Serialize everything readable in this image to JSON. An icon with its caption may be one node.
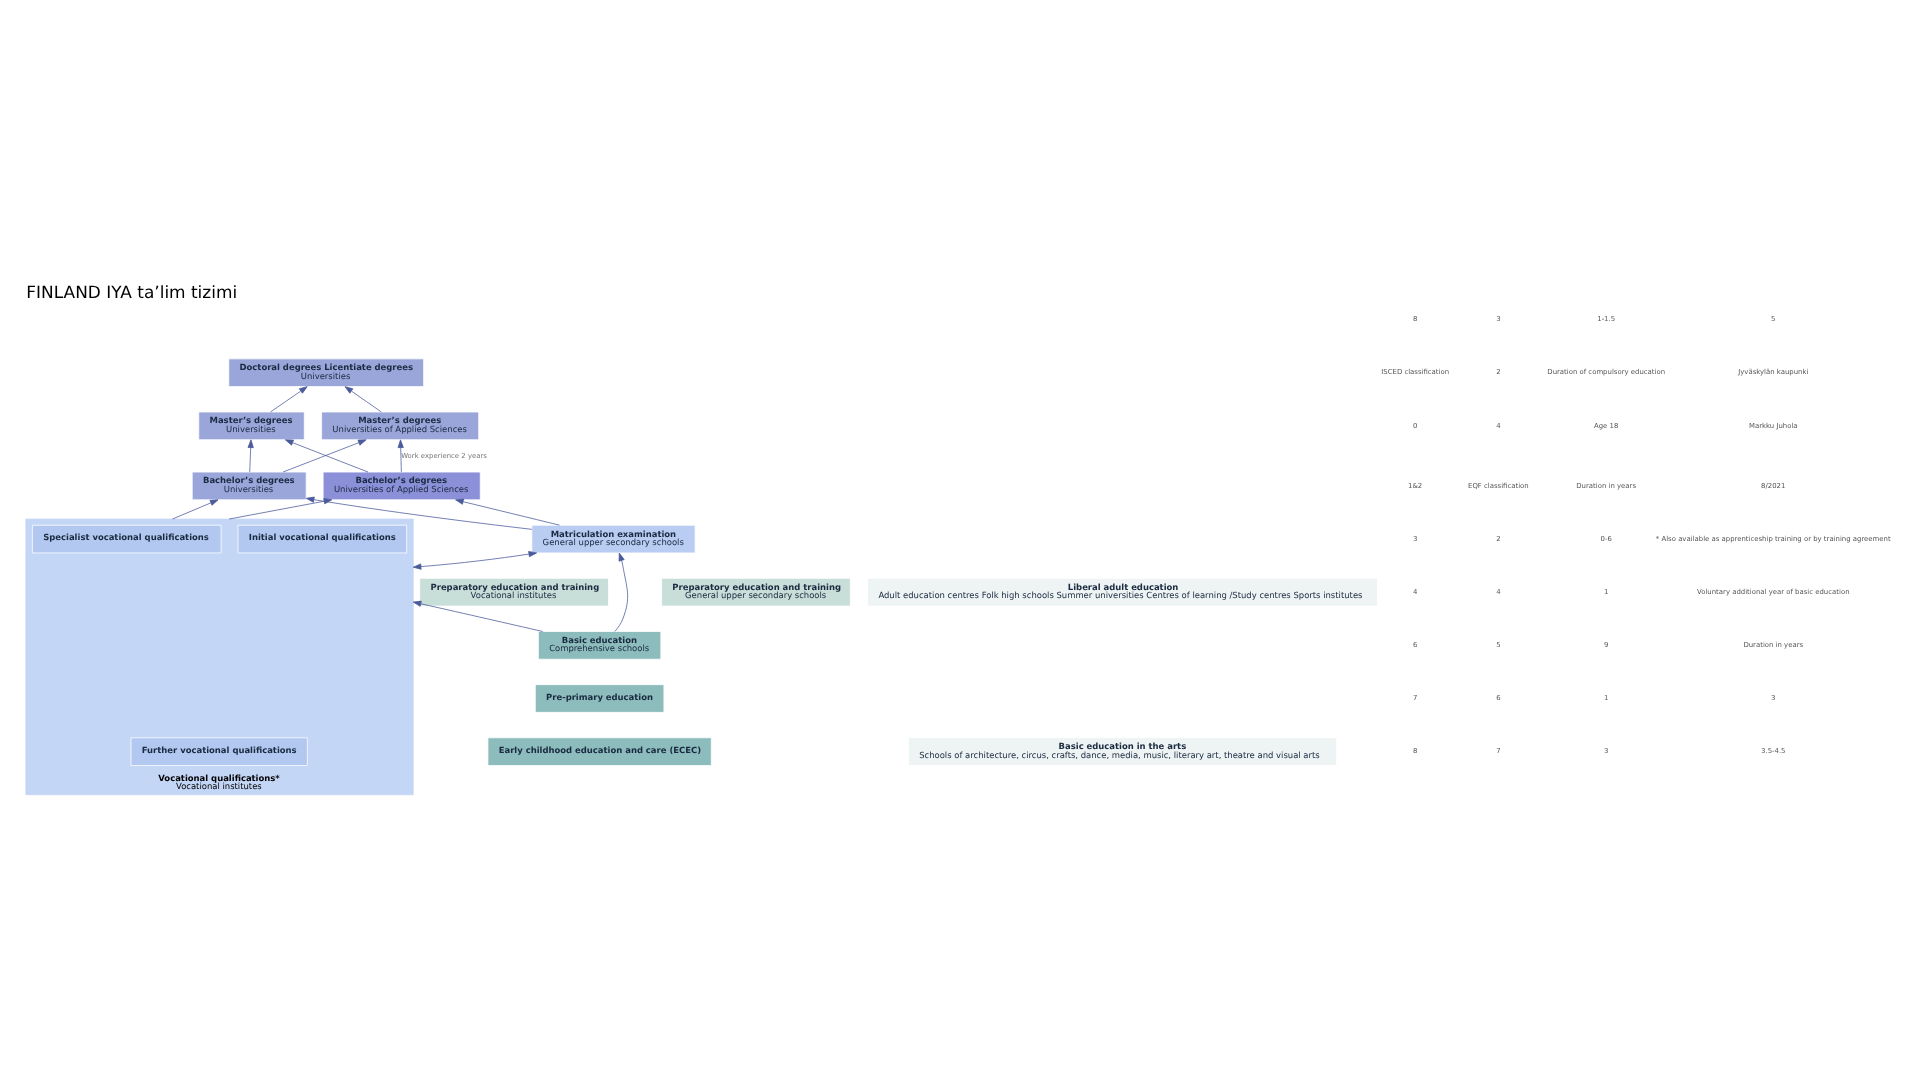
{
  "diagram": {
    "title": "FINLAND IYA ta’lim tizimi",
    "nodes": [
      {
        "text": [
          "Doctoral degrees Licentiate degrees",
          "Universities"
        ]
      },
      {
        "text": [
          "Master’s degrees",
          "Universities"
        ]
      },
      {
        "text": [
          "Master’s degrees",
          "Universities of Applied Sciences"
        ]
      },
      {
        "text": [
          "Bachelor’s degrees",
          "Universities"
        ]
      },
      {
        "text": [
          "Bachelor’s degrees",
          "Universities of Applied Sciences"
        ]
      },
      {
        "text": [
          "Vocational qualifications*",
          "Vocational institutes"
        ]
      },
      {
        "text": [
          "Specialist vocational qualifications"
        ],
        "in": 5
      },
      {
        "text": [
          "Further vocational qualifications"
        ],
        "in": 5
      },
      {
        "text": [
          "Initial vocational qualifications"
        ],
        "in": 5
      },
      {
        "text": [
          "Matriculation examination",
          "General upper secondary schools"
        ]
      },
      {
        "text": [
          "Preparatory education and training",
          "General upper secondary schools"
        ]
      },
      {
        "text": [
          "Preparatory education and training",
          "Vocational institutes"
        ]
      },
      {
        "text": [
          "Basic education",
          "Comprehensive schools"
        ]
      },
      {
        "text": [
          "Pre-primary education"
        ]
      },
      {
        "text": [
          "Early childhood education and care (ECEC)"
        ]
      },
      {
        "text": [
          "Liberal adult education",
          "Adult education centres Folk high schools Summer universities Centres of learning /Study centres Sports institutes"
        ]
      },
      {
        "text": [
          "Basic education in the arts",
          "Schools of architecture, circus, crafts, dance, media, music, literary art, theatre and visual arts"
        ]
      }
    ],
    "edges": [
      {
        "from": 1,
        "to": 0,
        "arrow": "to"
      },
      {
        "from": 2,
        "to": 0,
        "arrow": "to"
      },
      {
        "from": 3,
        "to": 1,
        "arrow": "to"
      },
      {
        "from": 4,
        "to": 1,
        "arrow": "to"
      },
      {
        "from": 3,
        "to": 2,
        "arrow": "to"
      },
      {
        "from": 4,
        "to": 2,
        "arrow": "to",
        "label": "Work experience 2 years"
      },
      {
        "from": 9,
        "to": 3,
        "arrow": "to"
      },
      {
        "from": 9,
        "to": 4,
        "arrow": "to"
      },
      {
        "from": 5,
        "to": 3,
        "arrow": "to"
      },
      {
        "from": 5,
        "to": 4,
        "arrow": "to"
      },
      {
        "from": 9,
        "to": 5,
        "arrow": "both"
      },
      {
        "from": 12,
        "to": 9,
        "arrow": "to"
      },
      {
        "from": 12,
        "to": 5,
        "arrow": "to"
      }
    ],
    "labels": [
      "8",
      "7",
      "6",
      "4",
      "3",
      "1&2",
      "0",
      "ISCED classification",
      "8",
      "7",
      "6",
      "5",
      "4",
      "2",
      "EQF classification",
      "4",
      "2",
      "3",
      "3",
      "1",
      "9",
      "1",
      "0-6",
      "Duration in years",
      "Age 18",
      "Duration of compulsory education",
      "1-1.5",
      "3.5-4.5",
      "3",
      "Duration in years",
      "Voluntary additional year of basic education",
      "* Also available as apprenticeship training or by training agreement",
      "8/2021",
      "Markku Juhola",
      "Jyväskylän kaupunki",
      "5"
    ]
  }
}
